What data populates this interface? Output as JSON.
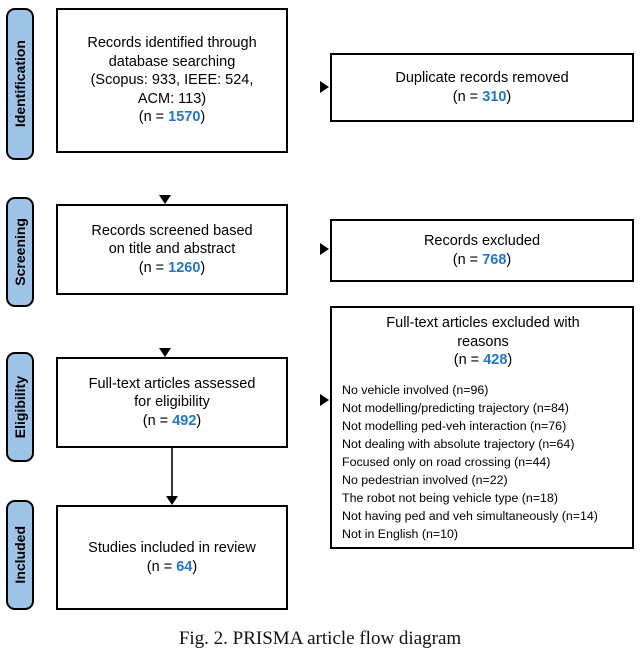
{
  "figure": {
    "caption": "Fig. 2. PRISMA article flow diagram",
    "accent_number_color": "#2277CC",
    "stage_tab_color": "#9DC3E6"
  },
  "stages": [
    {
      "id": "identification",
      "label": "Identification"
    },
    {
      "id": "screening",
      "label": "Screening"
    },
    {
      "id": "eligibility",
      "label": "Eligibility"
    },
    {
      "id": "included",
      "label": "Included"
    }
  ],
  "boxes": {
    "identified": {
      "line1": "Records identified through",
      "line2": "database searching",
      "line3": "(Scopus: 933, IEEE: 524,",
      "line4": "ACM: 113)",
      "n_prefix": "(n = ",
      "n_value": "1570",
      "n_suffix": ")"
    },
    "duplicates_removed": {
      "line1": "Duplicate records removed",
      "n_prefix": "(n = ",
      "n_value": "310",
      "n_suffix": ")"
    },
    "screened": {
      "line1": "Records screened based",
      "line2": "on title and abstract",
      "n_prefix": "(n = ",
      "n_value": "1260",
      "n_suffix": ")"
    },
    "records_excluded": {
      "line1": "Records excluded",
      "n_prefix": "(n = ",
      "n_value": "768",
      "n_suffix": ")"
    },
    "fulltext_assessed": {
      "line1": "Full-text articles assessed",
      "line2": "for eligibility",
      "n_prefix": "(n = ",
      "n_value": "492",
      "n_suffix": ")"
    },
    "fulltext_excluded": {
      "line1": "Full-text articles excluded with",
      "line2": "reasons",
      "n_prefix": "(n = ",
      "n_value": "428",
      "n_suffix": ")",
      "reasons": [
        "No vehicle involved (n=96)",
        "Not modelling/predicting trajectory (n=84)",
        "Not modelling ped-veh interaction (n=76)",
        "Not dealing with absolute trajectory (n=64)",
        "Focused only on road crossing (n=44)",
        "No pedestrian involved (n=22)",
        "The robot not being vehicle type (n=18)",
        "Not having ped and veh simultaneously (n=14)",
        "Not in English (n=10)"
      ]
    },
    "included": {
      "line1": "Studies included in review",
      "n_prefix": "(n = ",
      "n_value": "64",
      "n_suffix": ")"
    }
  }
}
